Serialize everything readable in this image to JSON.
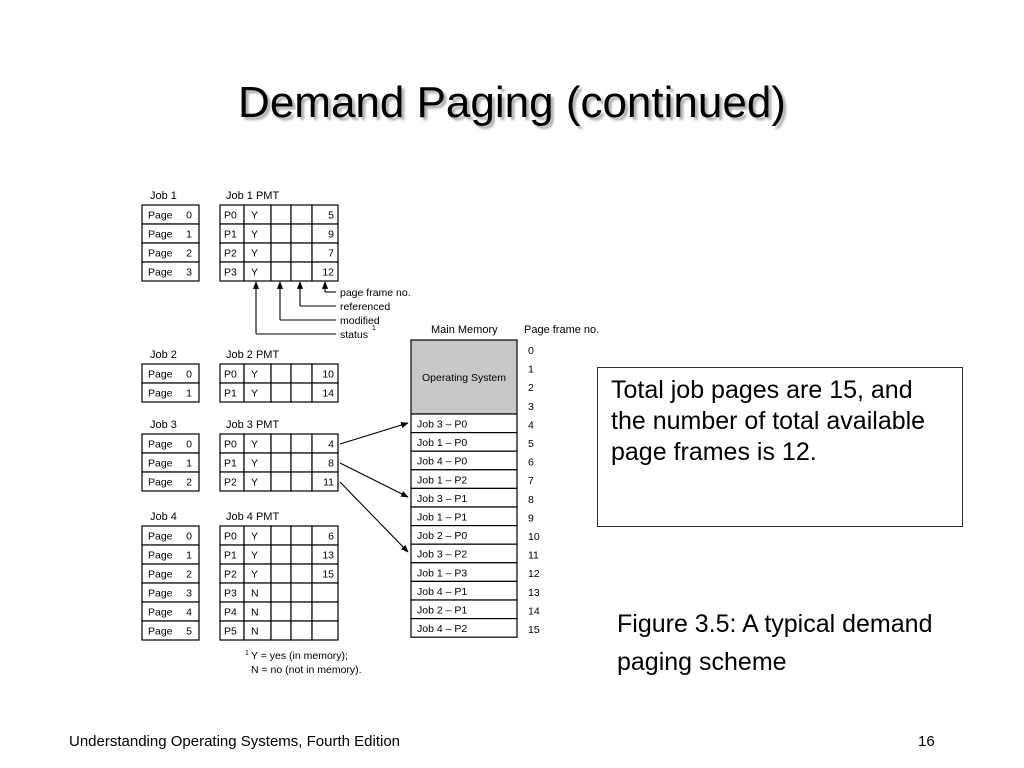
{
  "title": "Demand Paging (continued)",
  "figure": {
    "jobs": [
      {
        "label": "Job 1",
        "pmt_label": "Job 1 PMT",
        "pages": [
          "Page 0",
          "Page 1",
          "Page 2",
          "Page 3"
        ],
        "pmt": [
          [
            "P0",
            "Y",
            "",
            "",
            "5"
          ],
          [
            "P1",
            "Y",
            "",
            "",
            "9"
          ],
          [
            "P2",
            "Y",
            "",
            "",
            "7"
          ],
          [
            "P3",
            "Y",
            "",
            "",
            "12"
          ]
        ]
      },
      {
        "label": "Job 2",
        "pmt_label": "Job 2 PMT",
        "pages": [
          "Page 0",
          "Page 1"
        ],
        "pmt": [
          [
            "P0",
            "Y",
            "",
            "",
            "10"
          ],
          [
            "P1",
            "Y",
            "",
            "",
            "14"
          ]
        ]
      },
      {
        "label": "Job 3",
        "pmt_label": "Job 3 PMT",
        "pages": [
          "Page 0",
          "Page 1",
          "Page 2"
        ],
        "pmt": [
          [
            "P0",
            "Y",
            "",
            "",
            "4"
          ],
          [
            "P1",
            "Y",
            "",
            "",
            "8"
          ],
          [
            "P2",
            "Y",
            "",
            "",
            "11"
          ]
        ]
      },
      {
        "label": "Job 4",
        "pmt_label": "Job 4 PMT",
        "pages": [
          "Page 0",
          "Page 1",
          "Page 2",
          "Page 3",
          "Page 4",
          "Page 5"
        ],
        "pmt": [
          [
            "P0",
            "Y",
            "",
            "",
            "6"
          ],
          [
            "P1",
            "Y",
            "",
            "",
            "13"
          ],
          [
            "P2",
            "Y",
            "",
            "",
            "15"
          ],
          [
            "P3",
            "N",
            "",
            "",
            ""
          ],
          [
            "P4",
            "N",
            "",
            "",
            ""
          ],
          [
            "P5",
            "N",
            "",
            "",
            ""
          ]
        ]
      }
    ],
    "column_legend": [
      "page frame no.",
      "referenced",
      "modified",
      "status"
    ],
    "footnote_mark": "1",
    "footnote": {
      "mark": "1",
      "line1": "Y = yes (in memory);",
      "line2": "N = no (not in memory)."
    },
    "main_memory_label": "Main Memory",
    "page_frame_label": "Page frame no.",
    "os_label": "Operating System",
    "frame_numbers": [
      "0",
      "1",
      "2",
      "3",
      "4",
      "5",
      "6",
      "7",
      "8",
      "9",
      "10",
      "11",
      "12",
      "13",
      "14",
      "15"
    ],
    "frames": [
      "Job 3 – P0",
      "Job 1 – P0",
      "Job 4 – P0",
      "Job 1 – P2",
      "Job 3 – P1",
      "Job 1 – P1",
      "Job 2 – P0",
      "Job 3 – P2",
      "Job 1 – P3",
      "Job 4 – P1",
      "Job 2 – P1",
      "Job 4 – P2"
    ],
    "os_color": "#c8c8c8"
  },
  "note": "Total job pages are 15, and the number of total available page frames is 12.",
  "caption": "Figure 3.5: A typical demand paging scheme",
  "footer": {
    "left": "Understanding Operating Systems, Fourth Edition",
    "right": "16"
  }
}
